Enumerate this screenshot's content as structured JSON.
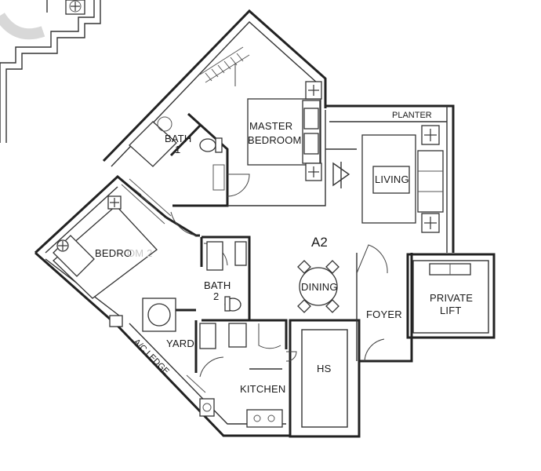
{
  "unit_label": "A2",
  "rooms": {
    "master_bedroom_line1": "MASTER",
    "master_bedroom_line2": "BEDROOM",
    "bath1_line1": "BATH",
    "bath1_line2": "1",
    "bath2_line1": "BATH",
    "bath2_line2": "2",
    "bedroom2": "BEDRO",
    "bedroom2_faded": "OM 2",
    "living": "LIVING",
    "dining": "DINING",
    "foyer": "FOYER",
    "private_lift_line1": "PRIVATE",
    "private_lift_line2": "LIFT",
    "yard": "YARD",
    "ac_ledge": "A/C LEDGE",
    "kitchen": "KITCHEN",
    "hs": "HS",
    "planter": "PLANTER"
  }
}
